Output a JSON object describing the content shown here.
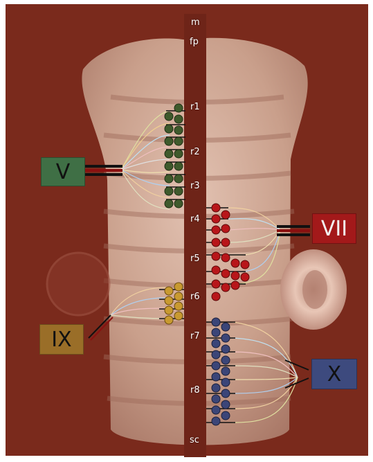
{
  "labels": {
    "top": [
      "m",
      "fp"
    ],
    "rhombomeres": [
      "r1",
      "r2",
      "r3",
      "r4",
      "r5",
      "r6",
      "r7",
      "r8"
    ],
    "bottom": "sc"
  },
  "nerves": {
    "trigeminal": {
      "label": "V",
      "color": "#3f6f45"
    },
    "facial": {
      "label": "VII",
      "color": "#a3191a"
    },
    "glossopharyngeal": {
      "label": "IX",
      "color": "#9a6e28"
    },
    "vagus": {
      "label": "X",
      "color": "#3d4a7e"
    }
  },
  "colors": {
    "background": "#7a2a1c",
    "tissue": "#c9a08c",
    "midline": "#6e2418",
    "nucleus_V": "#3f5a2c",
    "nucleus_VII": "#b8161a",
    "nucleus_IX": "#c89a30",
    "nucleus_X": "#3b4578"
  }
}
